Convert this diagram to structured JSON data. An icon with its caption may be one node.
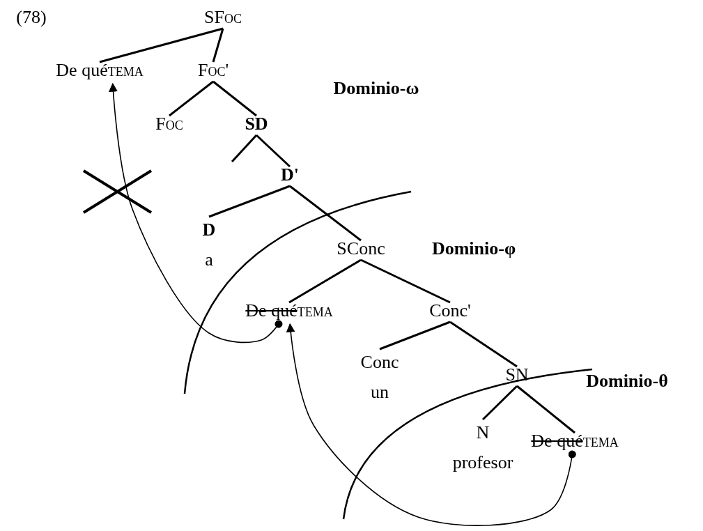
{
  "diagram": {
    "nodes": [
      {
        "text": [
          "SFoc"
        ]
      },
      {
        "text": [
          "De qué",
          "TEMA"
        ]
      },
      {
        "text": [
          "Foc'"
        ]
      },
      {
        "text": [
          "Foc"
        ]
      },
      {
        "text": [
          "SD"
        ]
      },
      {
        "text": [
          "D'"
        ]
      },
      {
        "text": [
          "D",
          "a"
        ]
      },
      {
        "text": [
          "SConc"
        ]
      },
      {
        "text": [
          "De qué",
          "TEMA"
        ]
      },
      {
        "text": [
          "Conc'"
        ]
      },
      {
        "text": [
          "Conc",
          "un"
        ]
      },
      {
        "text": [
          "SN"
        ]
      },
      {
        "text": [
          "N",
          "profesor"
        ]
      },
      {
        "text": [
          "De qué",
          "TEMA"
        ]
      }
    ],
    "edges": [
      {
        "from": 0,
        "to": 1,
        "arrow": "none"
      },
      {
        "from": 0,
        "to": 2,
        "arrow": "none"
      },
      {
        "from": 2,
        "to": 3,
        "arrow": "none"
      },
      {
        "from": 2,
        "to": 4,
        "arrow": "none"
      },
      {
        "from": 4,
        "to": null,
        "arrow": "none"
      },
      {
        "from": 4,
        "to": 5,
        "arrow": "none"
      },
      {
        "from": 5,
        "to": 6,
        "arrow": "none"
      },
      {
        "from": 5,
        "to": 7,
        "arrow": "none"
      },
      {
        "from": 7,
        "to": 8,
        "arrow": "none"
      },
      {
        "from": 7,
        "to": 9,
        "arrow": "none"
      },
      {
        "from": 9,
        "to": 10,
        "arrow": "none"
      },
      {
        "from": 9,
        "to": 11,
        "arrow": "none"
      },
      {
        "from": 11,
        "to": 12,
        "arrow": "none"
      },
      {
        "from": 11,
        "to": 13,
        "arrow": "none"
      },
      {
        "from": 13,
        "to": 8,
        "arrow": "to"
      },
      {
        "from": 8,
        "to": 1,
        "arrow": "to"
      }
    ],
    "labels": [
      "(78)",
      "Dominio-ω",
      "Dominio-φ",
      "Dominio-θ"
    ]
  }
}
